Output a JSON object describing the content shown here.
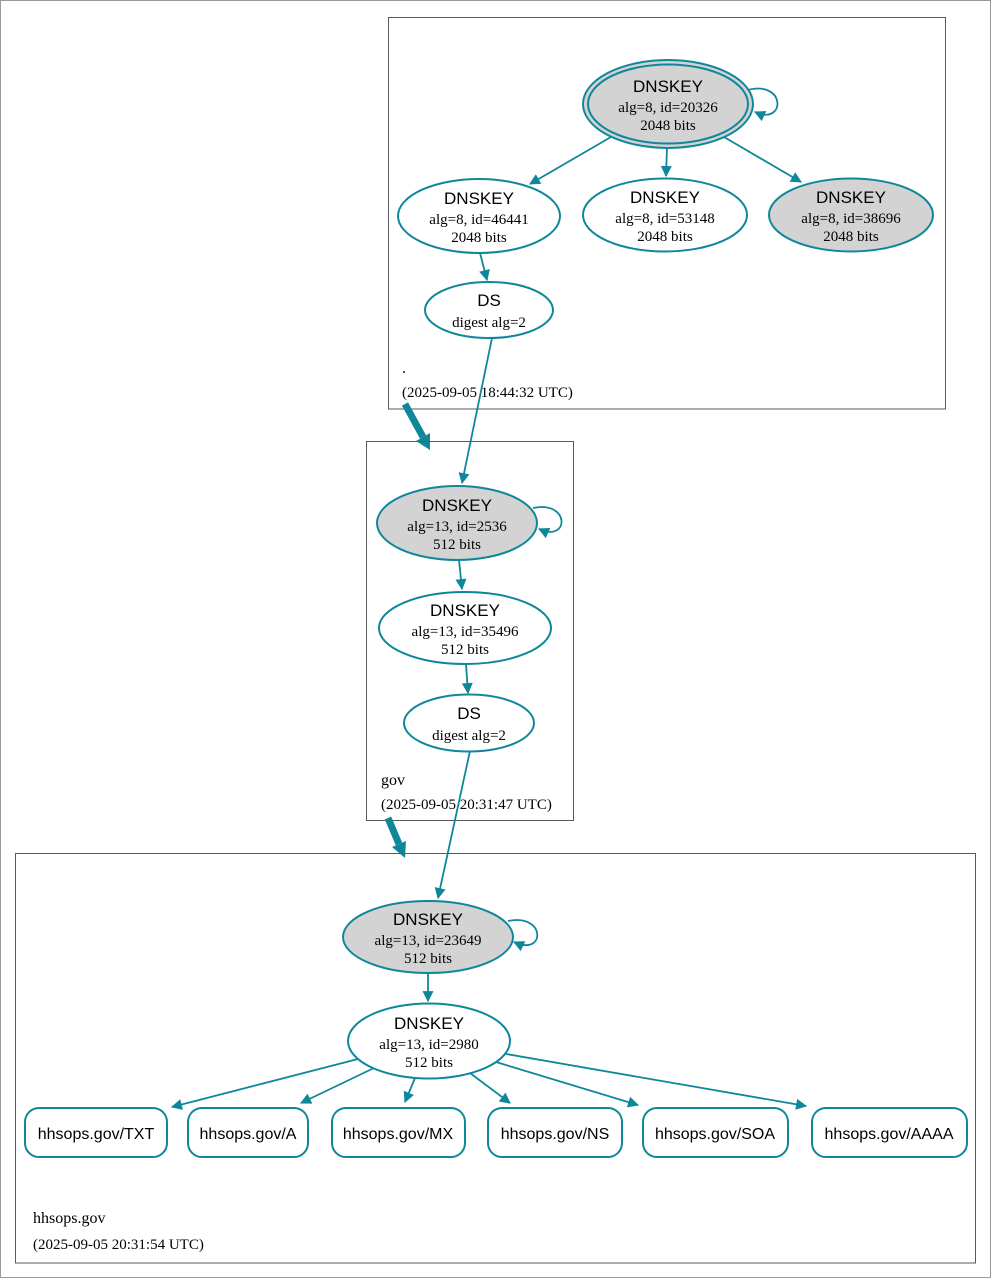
{
  "colors": {
    "edge_teal": "#0f879b",
    "ksk_fill_gray": "#d3d3d3",
    "node_fill_white": "#ffffff",
    "zone_box_border": "#5a5a5a",
    "text": "#000000"
  },
  "zones": [
    {
      "label": ".",
      "timestamp": "(2025-09-05 18:44:32 UTC)",
      "nodes": {
        "ksk": {
          "title": "DNSKEY",
          "detail": "alg=8, id=20326",
          "bits": "2048 bits"
        },
        "zsk1": {
          "title": "DNSKEY",
          "detail": "alg=8, id=46441",
          "bits": "2048 bits"
        },
        "zsk2": {
          "title": "DNSKEY",
          "detail": "alg=8, id=53148",
          "bits": "2048 bits"
        },
        "ksk2": {
          "title": "DNSKEY",
          "detail": "alg=8, id=38696",
          "bits": "2048 bits"
        },
        "ds": {
          "title": "DS",
          "detail": "digest alg=2"
        }
      }
    },
    {
      "label": "gov",
      "timestamp": "(2025-09-05 20:31:47 UTC)",
      "nodes": {
        "ksk": {
          "title": "DNSKEY",
          "detail": "alg=13, id=2536",
          "bits": "512 bits"
        },
        "zsk": {
          "title": "DNSKEY",
          "detail": "alg=13, id=35496",
          "bits": "512 bits"
        },
        "ds": {
          "title": "DS",
          "detail": "digest alg=2"
        }
      }
    },
    {
      "label": "hhsops.gov",
      "timestamp": "(2025-09-05 20:31:54 UTC)",
      "nodes": {
        "ksk": {
          "title": "DNSKEY",
          "detail": "alg=13, id=23649",
          "bits": "512 bits"
        },
        "zsk": {
          "title": "DNSKEY",
          "detail": "alg=13, id=2980",
          "bits": "512 bits"
        }
      },
      "rrsets": [
        "hhsops.gov/TXT",
        "hhsops.gov/A",
        "hhsops.gov/MX",
        "hhsops.gov/NS",
        "hhsops.gov/SOA",
        "hhsops.gov/AAAA"
      ]
    }
  ]
}
